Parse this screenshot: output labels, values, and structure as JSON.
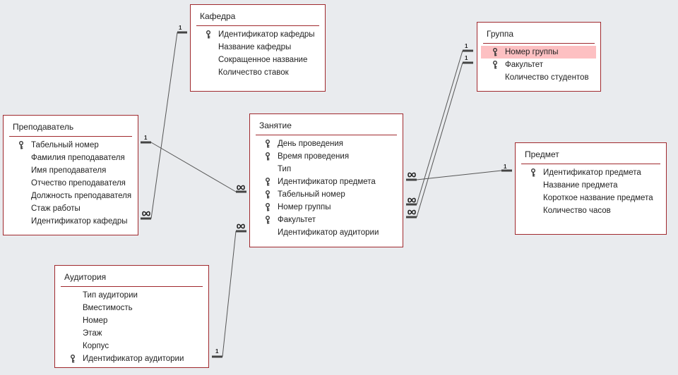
{
  "tables": {
    "kafedra": {
      "title": "Кафедра",
      "fields": [
        {
          "name": "Идентификатор кафедры",
          "key": true
        },
        {
          "name": "Название кафедры",
          "key": false
        },
        {
          "name": "Сокращенное название",
          "key": false
        },
        {
          "name": "Количество ставок",
          "key": false
        }
      ]
    },
    "gruppa": {
      "title": "Группа",
      "fields": [
        {
          "name": "Номер группы",
          "key": true,
          "selected": true
        },
        {
          "name": "Факультет",
          "key": true
        },
        {
          "name": "Количество студентов",
          "key": false
        }
      ]
    },
    "prepodavatel": {
      "title": "Преподаватель",
      "fields": [
        {
          "name": "Табельный номер",
          "key": true
        },
        {
          "name": "Фамилия преподавателя",
          "key": false
        },
        {
          "name": "Имя преподавателя",
          "key": false
        },
        {
          "name": "Отчество преподавателя",
          "key": false
        },
        {
          "name": "Должность преподавателя",
          "key": false
        },
        {
          "name": "Стаж работы",
          "key": false
        },
        {
          "name": "Идентификатор кафедры",
          "key": false
        }
      ]
    },
    "zanyatie": {
      "title": "Занятие",
      "fields": [
        {
          "name": "День проведения",
          "key": true
        },
        {
          "name": "Время проведения",
          "key": true
        },
        {
          "name": "Тип",
          "key": false
        },
        {
          "name": "Идентификатор предмета",
          "key": true
        },
        {
          "name": "Табельный номер",
          "key": true
        },
        {
          "name": "Номер группы",
          "key": true
        },
        {
          "name": "Факультет",
          "key": true
        },
        {
          "name": "Идентификатор аудитории",
          "key": false
        }
      ]
    },
    "predmet": {
      "title": "Предмет",
      "fields": [
        {
          "name": "Идентификатор предмета",
          "key": true
        },
        {
          "name": "Название предмета",
          "key": false
        },
        {
          "name": "Короткое название предмета",
          "key": false
        },
        {
          "name": "Количество часов",
          "key": false
        }
      ]
    },
    "auditoriya": {
      "title": "Аудитория",
      "fields": [
        {
          "name": "Тип аудитории",
          "key": false
        },
        {
          "name": "Вместимость",
          "key": false
        },
        {
          "name": "Номер",
          "key": false
        },
        {
          "name": "Этаж",
          "key": false
        },
        {
          "name": "Корпус",
          "key": false
        },
        {
          "name": "Идентификатор аудитории",
          "key": true
        }
      ]
    }
  },
  "cardinality": {
    "one": "1"
  }
}
